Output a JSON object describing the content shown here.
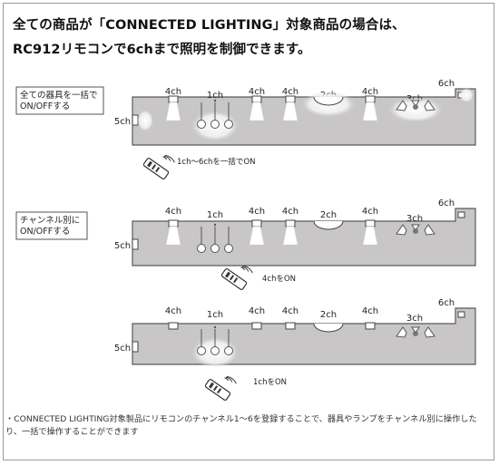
{
  "header": {
    "line1": "全ての商品が「CONNECTED LIGHTING」対象商品の場合は、",
    "line2": "RC912リモコンで6chまで照明を制御できます。"
  },
  "panels": [
    {
      "mode_label_lines": [
        "全ての器具を一括で",
        "ON/OFFする"
      ],
      "remote_caption": "1ch～6chを一括でON",
      "active_channels": [
        "1ch",
        "2ch",
        "3ch",
        "4ch",
        "5ch",
        "6ch"
      ]
    },
    {
      "mode_label_lines": [
        "チャンネル別に",
        "ON/OFFする"
      ],
      "remote_caption": "4chをON",
      "active_channels": [
        "4ch"
      ]
    },
    {
      "mode_label_lines": [],
      "remote_caption": "1chをON",
      "active_channels": [
        "1ch"
      ]
    }
  ],
  "channels": {
    "ch1": "1ch",
    "ch2": "2ch",
    "ch3": "3ch",
    "ch4": "4ch",
    "ch5": "5ch",
    "ch6": "6ch"
  },
  "footnote": "・CONNECTED LIGHTING対象製品にリモコンのチャンネル1～6を登録することで、器具やランプをチャンネル別に操作したり、一括で操作することができます",
  "colors": {
    "ceiling_fill": "#c8c6c6",
    "ceiling_edge": "#5a5a5a",
    "light_beam": "#ffffff",
    "text": "#222222"
  }
}
